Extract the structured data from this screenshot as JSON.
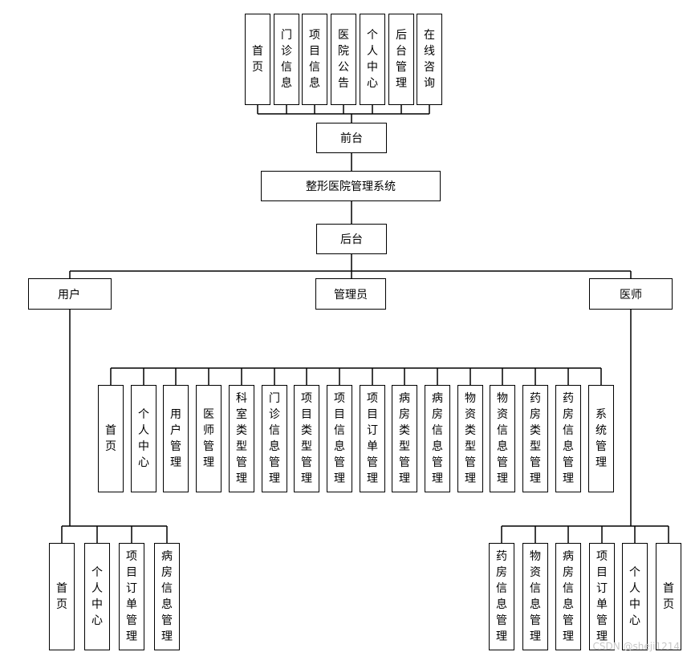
{
  "title": "整形医院管理系统",
  "front": {
    "label": "前台",
    "modules": [
      "首页",
      "门诊信息",
      "项目信息",
      "医院公告",
      "个人中心",
      "后台管理",
      "在线咨询"
    ]
  },
  "back": {
    "label": "后台",
    "roles": {
      "user": {
        "label": "用户",
        "modules": [
          "首页",
          "个人中心",
          "项目订单管理",
          "病房信息管理"
        ]
      },
      "admin": {
        "label": "管理员",
        "modules": [
          "首页",
          "个人中心",
          "用户管理",
          "医师管理",
          "科室类型管理",
          "门诊信息管理",
          "项目类型管理",
          "项目信息管理",
          "项目订单管理",
          "病房类型管理",
          "病房信息管理",
          "物资类型管理",
          "物资信息管理",
          "药房类型管理",
          "药房信息管理",
          "系统管理"
        ]
      },
      "doctor": {
        "label": "医师",
        "modules": [
          "药房信息管理",
          "物资信息管理",
          "病房信息管理",
          "项目订单管理",
          "个人中心",
          "首页"
        ]
      }
    }
  },
  "watermark": "CSDN @sheji1214"
}
